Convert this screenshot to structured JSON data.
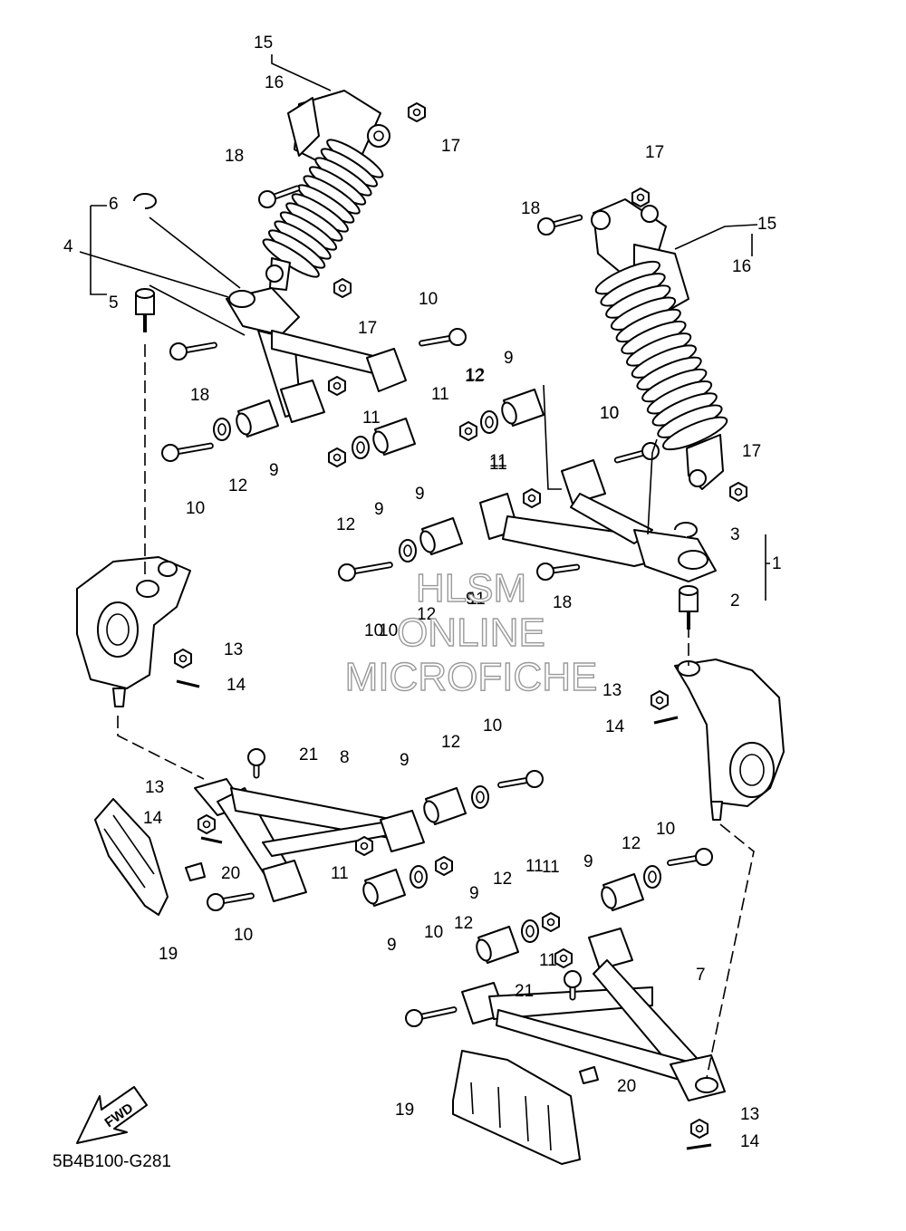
{
  "diagram": {
    "part_code": "5B4B100-G281",
    "fwd_label": "FWD",
    "watermark": [
      "HLSM",
      "ONLINE",
      "MICROFICHE"
    ],
    "callouts": [
      "15",
      "16",
      "17",
      "18",
      "6",
      "4",
      "5",
      "17",
      "18",
      "10",
      "11",
      "9",
      "12",
      "10",
      "12",
      "9",
      "11",
      "12",
      "9",
      "11",
      "10",
      "12",
      "9",
      "10",
      "11",
      "17",
      "18",
      "15",
      "16",
      "17",
      "11",
      "10",
      "3",
      "1",
      "18",
      "2",
      "12",
      "9",
      "10",
      "13",
      "14",
      "13",
      "14",
      "21",
      "8",
      "13",
      "14",
      "20",
      "10",
      "19",
      "11",
      "9",
      "12",
      "10",
      "9",
      "10",
      "12",
      "11",
      "12",
      "9",
      "11",
      "9",
      "12",
      "11",
      "10",
      "7",
      "21",
      "19",
      "20",
      "13",
      "14"
    ]
  }
}
